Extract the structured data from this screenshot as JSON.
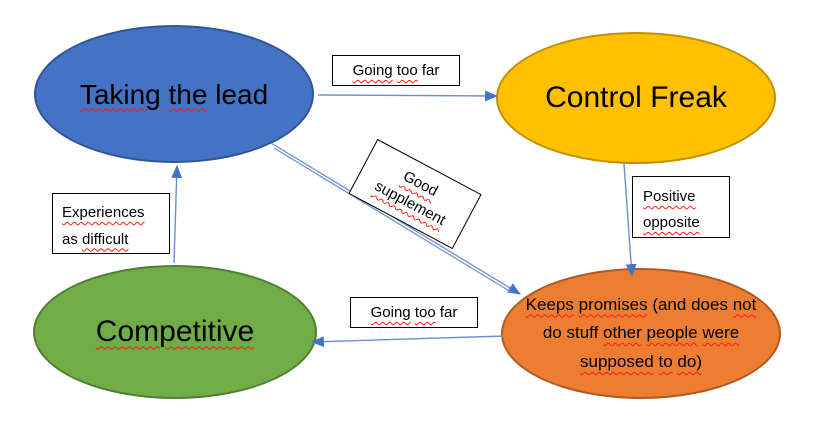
{
  "diagram": {
    "type": "concept-map",
    "background": "#FFFFFF"
  },
  "nodes": {
    "taking_the_lead": {
      "label": "Taking the lead",
      "misspelled": [
        0,
        1
      ],
      "fill": "#4472C4",
      "border": "#2F5597"
    },
    "control_freak": {
      "label": "Control Freak",
      "misspelled": [],
      "fill": "#FFC000",
      "border": "#BF9000"
    },
    "competitive": {
      "label": "Competitive",
      "misspelled": [
        0
      ],
      "fill": "#70AD47",
      "border": "#507E32"
    },
    "keeps_promises": {
      "label": "Keeps promises (and does not do stuff other people were supposed to do)",
      "misspelled": [
        0,
        1,
        4,
        7,
        8,
        9,
        10,
        11,
        12
      ],
      "fill": "#ED7D31",
      "border": "#AE5A21"
    }
  },
  "edge_labels": {
    "going_too_far_top": {
      "label": "Going too far",
      "misspelled": [
        0,
        1
      ]
    },
    "good_supplement": {
      "label": "Good supplement",
      "misspelled": [
        0,
        1
      ]
    },
    "positive_opposite": {
      "label": "Positive opposite",
      "misspelled": [
        0,
        1
      ]
    },
    "experiences_as_difficult": {
      "label": "Experiences as difficult",
      "misspelled": [
        0,
        2
      ]
    },
    "going_too_far_bottom": {
      "label": "Going too far",
      "misspelled": [
        0,
        1
      ]
    }
  },
  "edges": [
    {
      "from": "taking_the_lead",
      "to": "control_freak",
      "label": "Going too far"
    },
    {
      "from": "taking_the_lead",
      "to": "keeps_promises",
      "label": "Good supplement"
    },
    {
      "from": "control_freak",
      "to": "keeps_promises",
      "label": "Positive opposite"
    },
    {
      "from": "keeps_promises",
      "to": "competitive",
      "label": "Going too far"
    },
    {
      "from": "competitive",
      "to": "taking_the_lead",
      "label": "Experiences as difficult"
    }
  ],
  "colors": {
    "connector": "#6C8FD3",
    "arrowhead": "#4472C4",
    "spellcheck": "#FF1A0E",
    "label_box_border": "#000000",
    "background": "#FFFFFF"
  }
}
